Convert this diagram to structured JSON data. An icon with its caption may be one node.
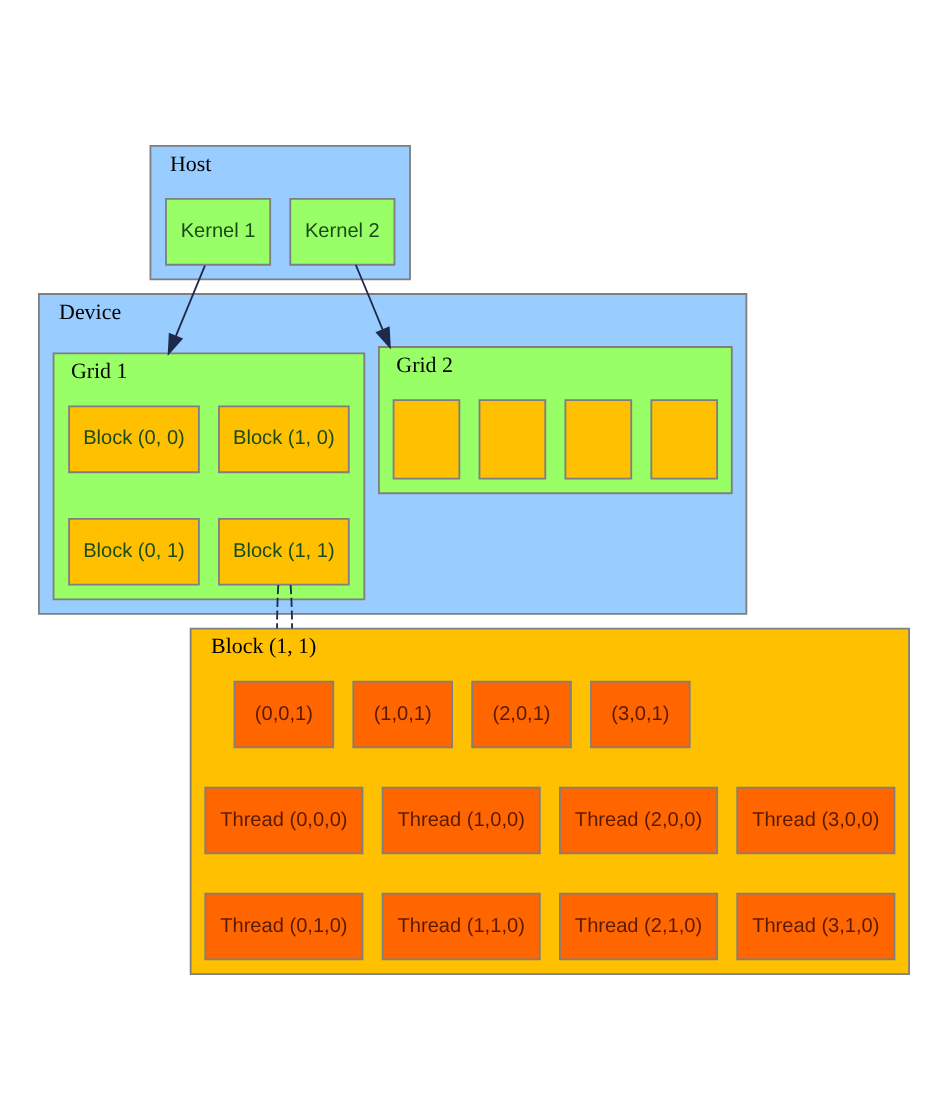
{
  "diagram": {
    "nodes": [
      {
        "text": [
          "Host"
        ]
      },
      {
        "text": [
          "Kernel 1"
        ],
        "in": 0
      },
      {
        "text": [
          "Kernel 2"
        ],
        "in": 0
      },
      {
        "text": [
          "Device"
        ]
      },
      {
        "text": [
          "Grid 1"
        ],
        "in": 3
      },
      {
        "text": [
          "Block (0, 0)"
        ],
        "in": 4
      },
      {
        "text": [
          "Block (1, 0)"
        ],
        "in": 4
      },
      {
        "text": [
          "Block (0, 1)"
        ],
        "in": 4
      },
      {
        "text": [
          "Block (1, 1)"
        ],
        "in": 4
      },
      {
        "text": [
          "Grid 2"
        ],
        "in": 3
      },
      {
        "text": [],
        "shape": "box",
        "in": 9
      },
      {
        "text": [],
        "shape": "box",
        "in": 9
      },
      {
        "text": [],
        "shape": "box",
        "in": 9
      },
      {
        "text": [],
        "shape": "box",
        "in": 9
      },
      {
        "text": [
          "Block (1, 1)"
        ]
      },
      {
        "text": [
          "(0,0,1)"
        ],
        "in": 14
      },
      {
        "text": [
          "(1,0,1)"
        ],
        "in": 14
      },
      {
        "text": [
          "(2,0,1)"
        ],
        "in": 14
      },
      {
        "text": [
          "(3,0,1)"
        ],
        "in": 14
      },
      {
        "text": [
          "Thread (0,0,0)"
        ],
        "in": 14
      },
      {
        "text": [
          "Thread (1,0,0)"
        ],
        "in": 14
      },
      {
        "text": [
          "Thread (2,0,0)"
        ],
        "in": 14
      },
      {
        "text": [
          "Thread (3,0,0)"
        ],
        "in": 14
      },
      {
        "text": [
          "Thread (0,1,0)"
        ],
        "in": 14
      },
      {
        "text": [
          "Thread (1,1,0)"
        ],
        "in": 14
      },
      {
        "text": [
          "Thread (2,1,0)"
        ],
        "in": 14
      },
      {
        "text": [
          "Thread (3,1,0)"
        ],
        "in": 14
      }
    ],
    "edges": [
      {
        "from": 1,
        "to": 4,
        "arrow": "to"
      },
      {
        "from": 2,
        "to": 9,
        "arrow": "to"
      },
      {
        "from": 8,
        "to": 14,
        "arrow": "none",
        "style": "dashed"
      },
      {
        "from": 8,
        "to": 14,
        "arrow": "none",
        "style": "dashed"
      }
    ]
  }
}
